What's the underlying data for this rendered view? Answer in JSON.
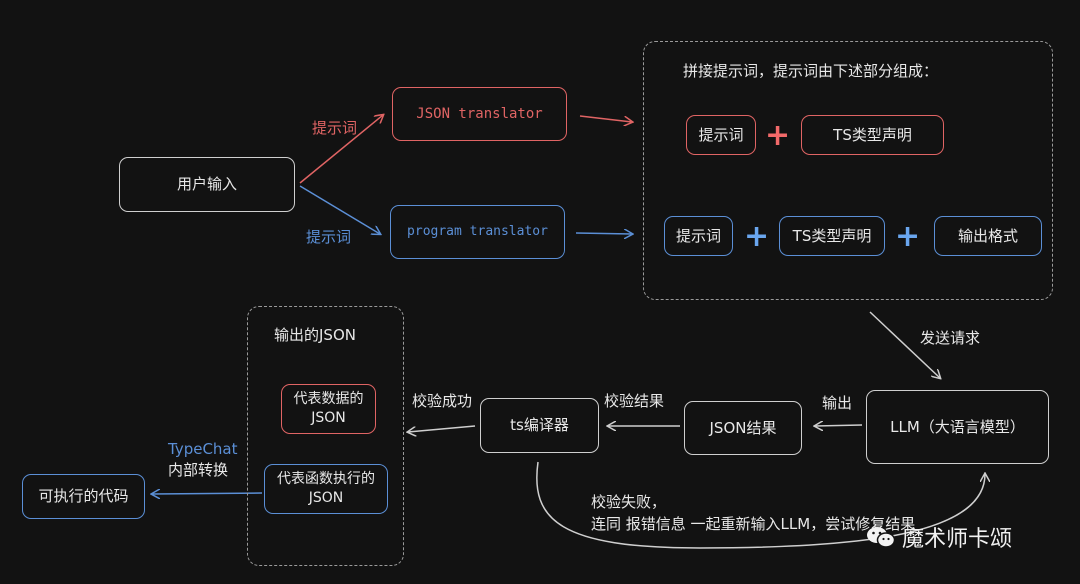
{
  "user_input": "用户输入",
  "prompt_label_top": "提示词",
  "prompt_label_bottom": "提示词",
  "json_translator": "JSON translator",
  "program_translator": "program translator",
  "panel_title": "拼接提示词，提示词由下述部分组成：",
  "row1": {
    "prompt": "提示词",
    "ts_types": "TS类型声明"
  },
  "row2": {
    "prompt": "提示词",
    "ts_types": "TS类型声明",
    "output_format": "输出格式"
  },
  "send_request": "发送请求",
  "llm": "LLM（大语言模型）",
  "output": "输出",
  "json_result": "JSON结果",
  "validate_result": "校验结果",
  "ts_compiler": "ts编译器",
  "validate_success": "校验成功",
  "output_json_title": "输出的JSON",
  "data_json_line1": "代表数据的",
  "data_json_line2": "JSON",
  "func_json_line1": "代表函数执行的",
  "func_json_line2": "JSON",
  "typechat_line1": "TypeChat",
  "typechat_line2": "内部转换",
  "executable_code": "可执行的代码",
  "fail_line1": "校验失败，",
  "fail_line2": "连同 报错信息 一起重新输入LLM，尝试修复结果",
  "watermark": "魔术师卡颂",
  "colors": {
    "red": "#e06464",
    "blue": "#5b8fd6",
    "background": "#121212"
  }
}
